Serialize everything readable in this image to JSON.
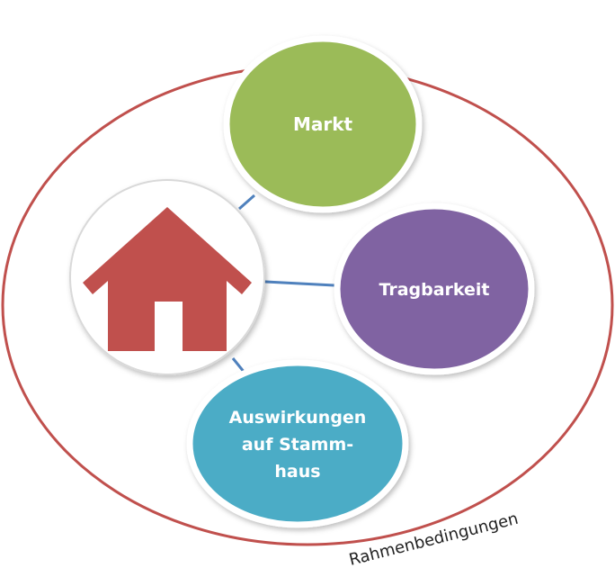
{
  "diagram": {
    "boundary_label": "Rahmenbedingungen",
    "center_icon": "house-icon",
    "nodes": {
      "markt": {
        "label": "Markt",
        "color": "#9bbb59"
      },
      "tragbarkeit": {
        "label": "Tragbarkeit",
        "color": "#8064a2"
      },
      "auswirkungen": {
        "lines": [
          "Auswirkungen",
          "auf Stamm-",
          "haus"
        ],
        "color": "#4bacc6"
      }
    },
    "colors": {
      "boundary": "#c0504d",
      "house": "#c0504d",
      "connector": "#4f81bd"
    }
  }
}
